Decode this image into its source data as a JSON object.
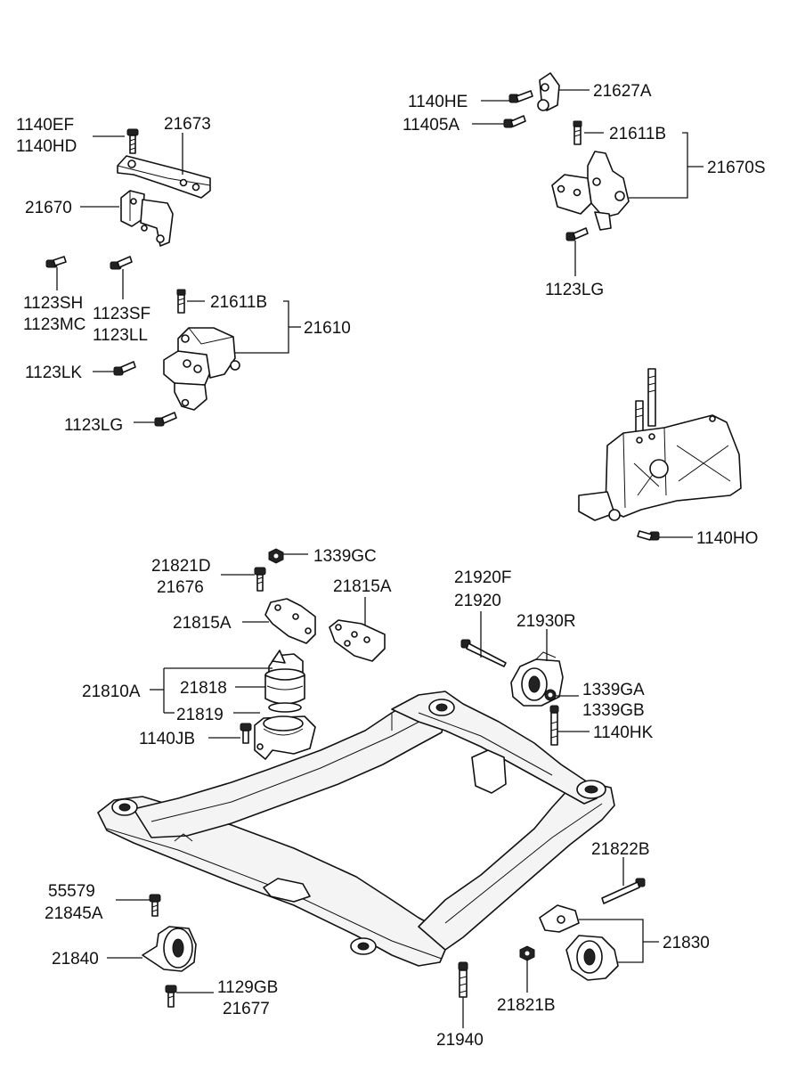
{
  "labels": {
    "l_1140EF": "1140EF",
    "l_1140HD": "1140HD",
    "l_21673": "21673",
    "l_21670": "21670",
    "l_1123SH": "1123SH",
    "l_1123MC": "1123MC",
    "l_1123SF": "1123SF",
    "l_1123LL": "1123LL",
    "l_21611B_left": "21611B",
    "l_21610": "21610",
    "l_1123LK": "1123LK",
    "l_1123LG_left": "1123LG",
    "l_1140HE": "1140HE",
    "l_11405A": "11405A",
    "l_21627A": "21627A",
    "l_21611B_right": "21611B",
    "l_21670S": "21670S",
    "l_1123LG_right": "1123LG",
    "l_1140HO": "1140HO",
    "l_1339GC": "1339GC",
    "l_21821D": "21821D",
    "l_21676": "21676",
    "l_21815A_top": "21815A",
    "l_21815A_left": "21815A",
    "l_21920F": "21920F",
    "l_21920": "21920",
    "l_21930R": "21930R",
    "l_21818": "21818",
    "l_21810A": "21810A",
    "l_21819": "21819",
    "l_1339GA": "1339GA",
    "l_1339GB": "1339GB",
    "l_1140HK": "1140HK",
    "l_1140JB": "1140JB",
    "l_21822B": "21822B",
    "l_55579": "55579",
    "l_21845A": "21845A",
    "l_21830": "21830",
    "l_21840": "21840",
    "l_1129GB": "1129GB",
    "l_21677": "21677",
    "l_21821B": "21821B",
    "l_21940": "21940"
  }
}
